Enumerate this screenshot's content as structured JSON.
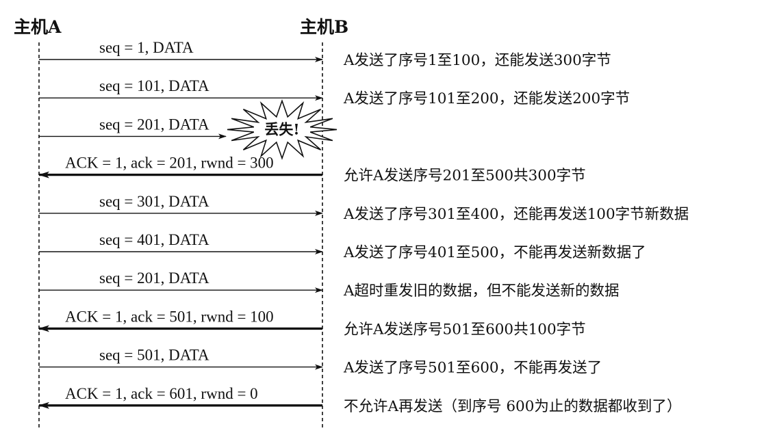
{
  "hosts": {
    "a": "主机A",
    "b": "主机B"
  },
  "messages": [
    {
      "label": "seq = 1, DATA",
      "direction": "A-to-B",
      "lost": false,
      "note": "A发送了序号1至100，还能发送300字节"
    },
    {
      "label": "seq = 101, DATA",
      "direction": "A-to-B",
      "lost": false,
      "note": "A发送了序号101至200，还能发送200字节"
    },
    {
      "label": "seq = 201, DATA",
      "direction": "A-to-B",
      "lost": true,
      "note": ""
    },
    {
      "label": "ACK = 1, ack = 201, rwnd = 300",
      "direction": "B-to-A",
      "lost": false,
      "note": "允许A发送序号201至500共300字节"
    },
    {
      "label": "seq = 301, DATA",
      "direction": "A-to-B",
      "lost": false,
      "note": "A发送了序号301至400，还能再发送100字节新数据"
    },
    {
      "label": "seq = 401, DATA",
      "direction": "A-to-B",
      "lost": false,
      "note": "A发送了序号401至500，不能再发送新数据了"
    },
    {
      "label": "seq = 201, DATA",
      "direction": "A-to-B",
      "lost": false,
      "note": "A超时重发旧的数据，但不能发送新的数据"
    },
    {
      "label": "ACK = 1, ack = 501, rwnd = 100",
      "direction": "B-to-A",
      "lost": false,
      "note": "允许A发送序号501至600共100字节"
    },
    {
      "label": "seq = 501, DATA",
      "direction": "A-to-B",
      "lost": false,
      "note": "A发送了序号501至600，不能再发送了"
    },
    {
      "label": "ACK = 1, ack = 601, rwnd = 0",
      "direction": "B-to-A",
      "lost": false,
      "note": "不允许A再发送（到序号 600为止的数据都收到了）"
    }
  ],
  "loss_label": "丢失!"
}
